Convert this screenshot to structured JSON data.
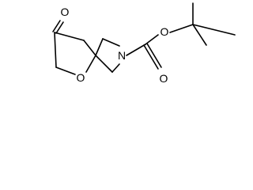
{
  "molecule": {
    "atom_labels": {
      "ketone_oxygen": "O",
      "ring_oxygen": "O",
      "azetidine_nitrogen": "N",
      "carbonyl_oxygen": "O",
      "ester_oxygen": "O"
    }
  },
  "colors": {
    "background": "#ffffff",
    "ink": "#000000"
  }
}
